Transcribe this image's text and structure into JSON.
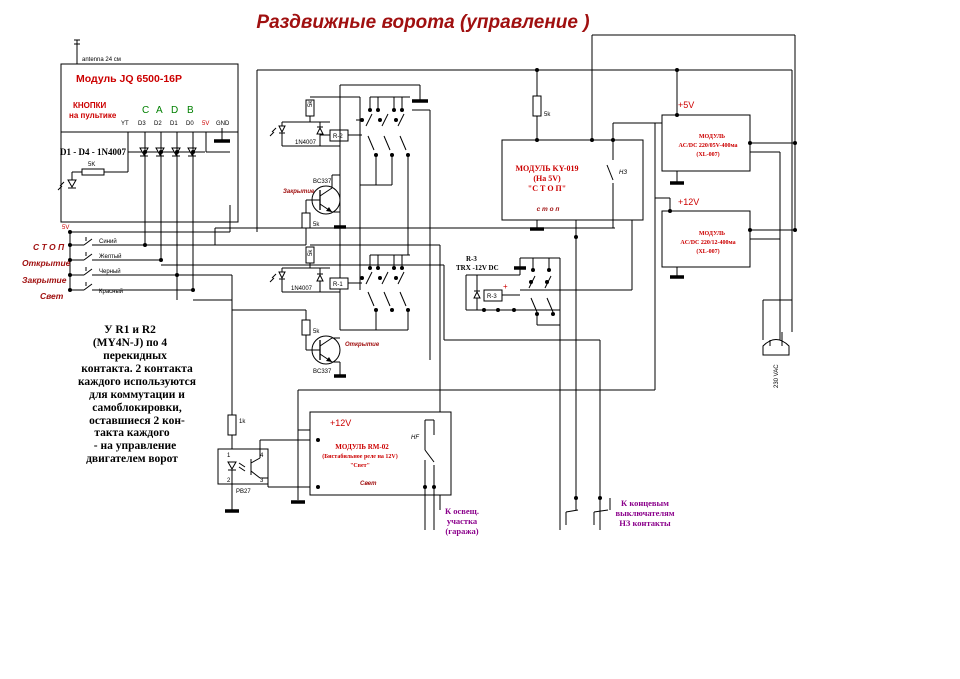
{
  "title": "Раздвижные  ворота (управление )",
  "module_jq": {
    "antenna": "antenna 24 см",
    "name": "Модуль JQ 6500-16P",
    "buttons_label_1": "КНОПКИ",
    "buttons_label_2": "на пультике",
    "button_letters": [
      "C",
      "A",
      "D",
      "B"
    ],
    "pins": [
      "YT",
      "D3",
      "D2",
      "D1",
      "D0",
      "5V",
      "GND"
    ]
  },
  "diodes_label": "D1 - D4 - 1N4007",
  "resistors": {
    "r_led": "5K",
    "r_top_relay": "5k",
    "r_ky": "5k",
    "r_transistor_1": "5k",
    "r_mid_relay": "5k",
    "r_transistor_2": "5k",
    "r_opto": "1k"
  },
  "left_inputs": {
    "v5": "5V",
    "labels": [
      "С Т О П",
      "Открытие",
      "Закрытие",
      "Свет"
    ],
    "wires": [
      "Синий",
      "Желтый",
      "Черный",
      "Красный"
    ]
  },
  "relays": {
    "r2": "R-2",
    "r1": "R-1",
    "r3": "R-3",
    "diode_1": "1N4007",
    "diode_2": "1N4007",
    "r3_title_1": "R-3",
    "r3_title_2": "TRX -12V DC",
    "plus": "+"
  },
  "transistors": {
    "t1_label": "Закрытие",
    "t1_name": "BC337",
    "t2_label": "Открытие",
    "t2_name": "BC337"
  },
  "ky019": {
    "line1": "МОДУЛЬ KY-019",
    "line2": "(На 5V)",
    "line3": "\"С Т О П\"",
    "footer": "с т о п",
    "contact": "НЗ"
  },
  "psu_5v": {
    "voltage": "+5V",
    "line1": "МОДУЛЬ",
    "line2": "AC/DC  220/05V-400ма",
    "line3": "(XL-007)"
  },
  "psu_12v": {
    "voltage": "+12V",
    "line1": "МОДУЛЬ",
    "line2": "AC/DC 220/12-400ма",
    "line3": "(XL-007)"
  },
  "rm02": {
    "voltage": "+12V",
    "line1": "МОДУЛЬ RM-02",
    "line2": "(Бистабильное реле на 12V)",
    "line3": "\"Свет\"",
    "footer": "Свет",
    "contact": "HF"
  },
  "optocoupler": {
    "name": "PB27",
    "pins": [
      "1",
      "2",
      "3",
      "4"
    ]
  },
  "mains": "230 VAC",
  "note": [
    "У R1 и R2",
    "(MY4N-J)  по 4",
    "перекидных",
    "контакта. 2 контакта",
    "каждого  используются",
    "для коммутации и",
    "самоблокировки,",
    "оставшиеся 2 кон-",
    "такта  каждого",
    "- на управление",
    "двигателем ворот"
  ],
  "light_note": [
    "К освещ.",
    "участка",
    "(гаража)"
  ],
  "limit_note": [
    "К концевым",
    "выключателям",
    "НЗ контакты"
  ]
}
